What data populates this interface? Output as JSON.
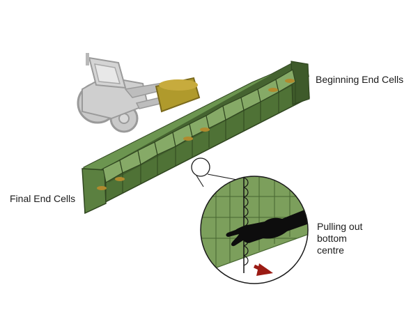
{
  "labels": {
    "beginning_end_cells": "Beginning End Cells",
    "final_end_cells": "Final End Cells",
    "pulling_out": [
      "Pulling out",
      "bottom",
      "centre"
    ]
  },
  "colors": {
    "wall_dark": "#3e5a2a",
    "wall_mid": "#4f7236",
    "wall_light": "#6c9550",
    "cell_fill": "#a9c48a",
    "cell_top_light": "#86aa67",
    "sand": "#b08a2e",
    "machine": "#c9c9c9",
    "machine_dark": "#9a9a9a",
    "bucket": "#9c8b2a",
    "hand": "#0d0d0d",
    "arrow": "#9b1b14",
    "inset_bg": "#7c9f5c"
  },
  "icons": {
    "machine": "backhoe-loader-icon",
    "hand": "hand-icon",
    "arrow": "pull-arrow-icon"
  }
}
